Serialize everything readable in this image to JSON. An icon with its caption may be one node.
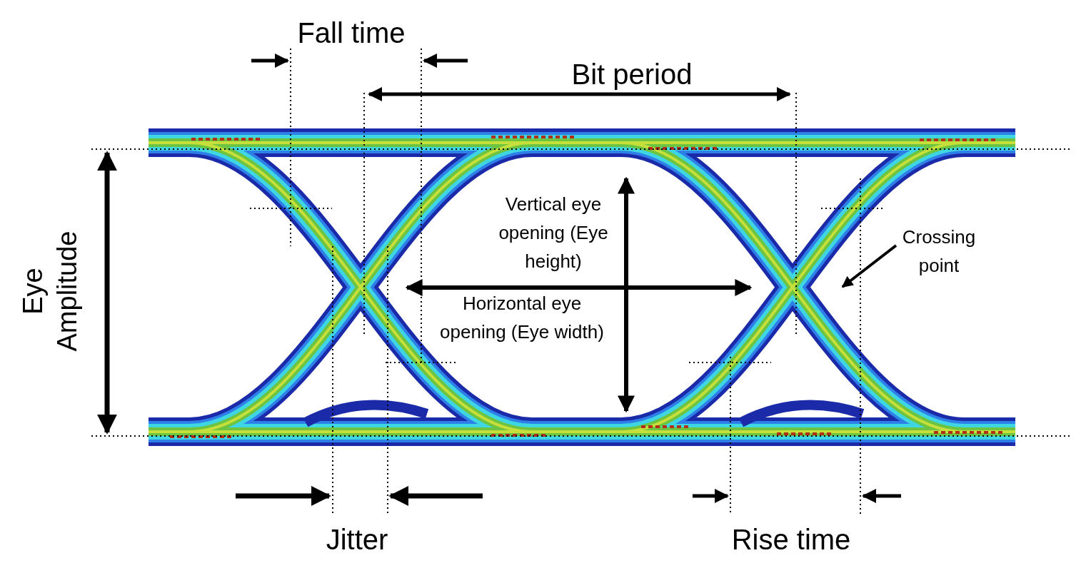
{
  "diagram": {
    "nodes": [
      {
        "text": [],
        "shape": "picture"
      },
      {
        "text": [
          "Crossing point"
        ],
        "in": 0
      }
    ],
    "edges": [
      {
        "from": 1,
        "to": 0,
        "arrow": "to"
      }
    ],
    "labels": [
      "Fall time",
      "Bit period",
      "Eye Amplitude",
      "Vertical eye opening (Eye height)",
      "Horizontal eye opening (Eye width)",
      "Jitter",
      "Rise time"
    ]
  }
}
